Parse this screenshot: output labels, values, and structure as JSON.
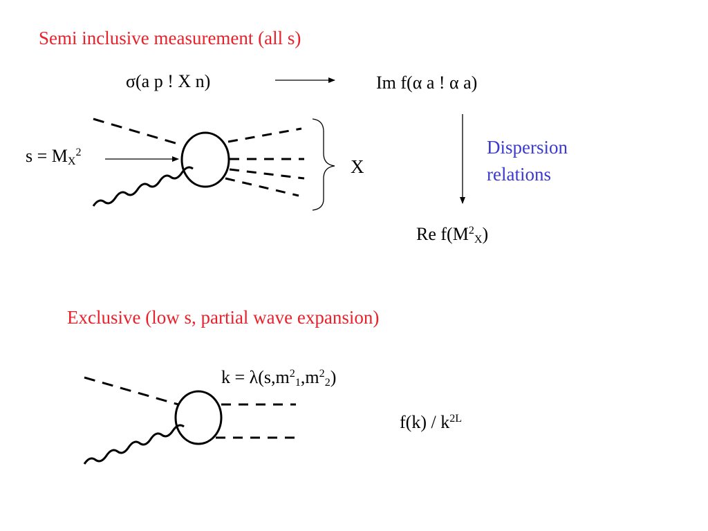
{
  "colors": {
    "heading": "#e8212b",
    "note": "#3a3acc",
    "ink": "#000000"
  },
  "section1": {
    "heading": "Semi inclusive measurement (all s)",
    "cross_section": "σ(a p ! X n)",
    "imaginary_part": "Im f(α a ! α a)",
    "dispersion_line1": "Dispersion",
    "dispersion_line2": "relations",
    "real_part": {
      "prefix": "Re f(M",
      "sup": "2",
      "sub": "X",
      "suffix": ")"
    },
    "energy": {
      "prefix": "s = M",
      "sub": "X",
      "sup": "2"
    },
    "final_state": "X"
  },
  "section2": {
    "heading": "Exclusive (low s, partial wave expansion)",
    "momentum": {
      "a": "k = λ(s,m",
      "s1": "2",
      "b1": "1",
      "c": ",m",
      "s2": "2",
      "b2": "2",
      "d": ")"
    },
    "proportionality": {
      "prefix": "f(k) / k",
      "sup": "2L"
    }
  }
}
